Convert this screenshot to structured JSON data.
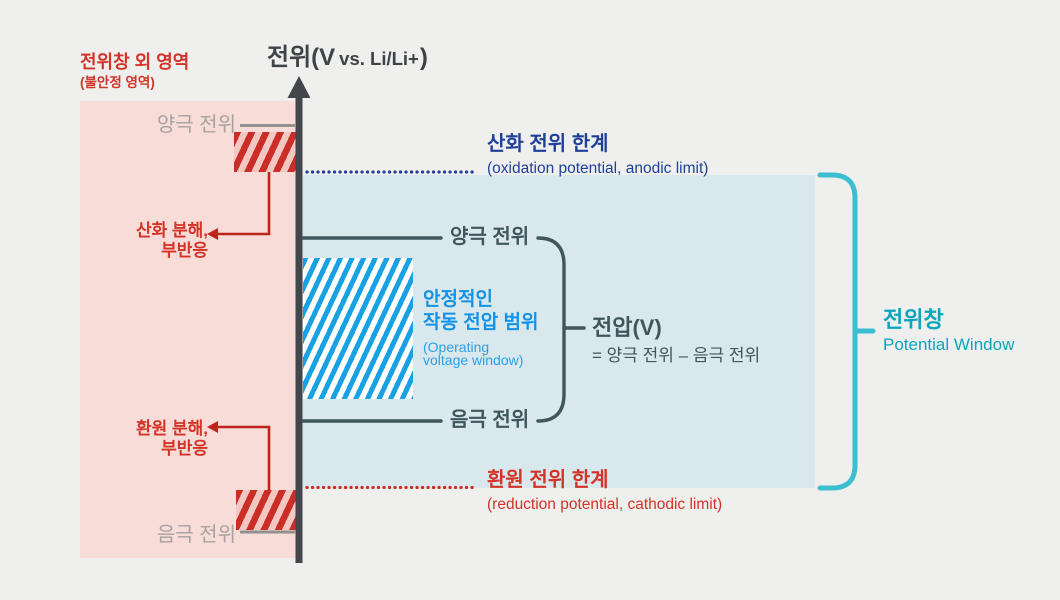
{
  "colors": {
    "background": "#efefee",
    "pink_region": "#f7dcd8",
    "blue_region": "#d9e8ec",
    "axis": "#43464a",
    "axis_text": "#3f4347",
    "gray_label": "#a7a29f",
    "gray_line": "#94908d",
    "red_text": "#d43327",
    "red_arrow": "#c0221c",
    "hatch_red": "#cb2d28",
    "hatch_red_bg": "#f3c7c2",
    "hatch_blue": "#18a2e3",
    "navy": "#1e4098",
    "slate": "#3e565c",
    "blue_bold": "#1492e6",
    "blue_light": "#2ba0e8",
    "teal": "#3cbed1",
    "teal_text": "#0da5bd"
  },
  "axis": {
    "label_main": "전위(V",
    "label_unit": "vs. Li/Li+",
    "label_close": ")"
  },
  "unstable_region": {
    "title": "전위창 외 영역",
    "subtitle": "(불안정 영역)",
    "cathode_label": "양극 전위",
    "anode_label": "음극 전위",
    "oxidation_note": [
      "산화 분해,",
      "부반응"
    ],
    "reduction_note": [
      "환원 분해,",
      "부반응"
    ]
  },
  "limits": {
    "oxidation_title": "산화 전위 한계",
    "oxidation_subtitle": "(oxidation potential, anodic limit)",
    "reduction_title": "환원 전위 한계",
    "reduction_subtitle": "(reduction potential, cathodic limit)"
  },
  "window": {
    "cathode_label": "양극 전위",
    "anode_label": "음극 전위",
    "operating_line1": "안정적인",
    "operating_line2": "작동 전압 범위",
    "operating_line3": "(Operating",
    "operating_line4": "voltage window)",
    "voltage_title": "전압(V)",
    "voltage_formula": "= 양극 전위 – 음극 전위"
  },
  "potential_window": {
    "title": "전위창",
    "subtitle": "Potential Window"
  }
}
